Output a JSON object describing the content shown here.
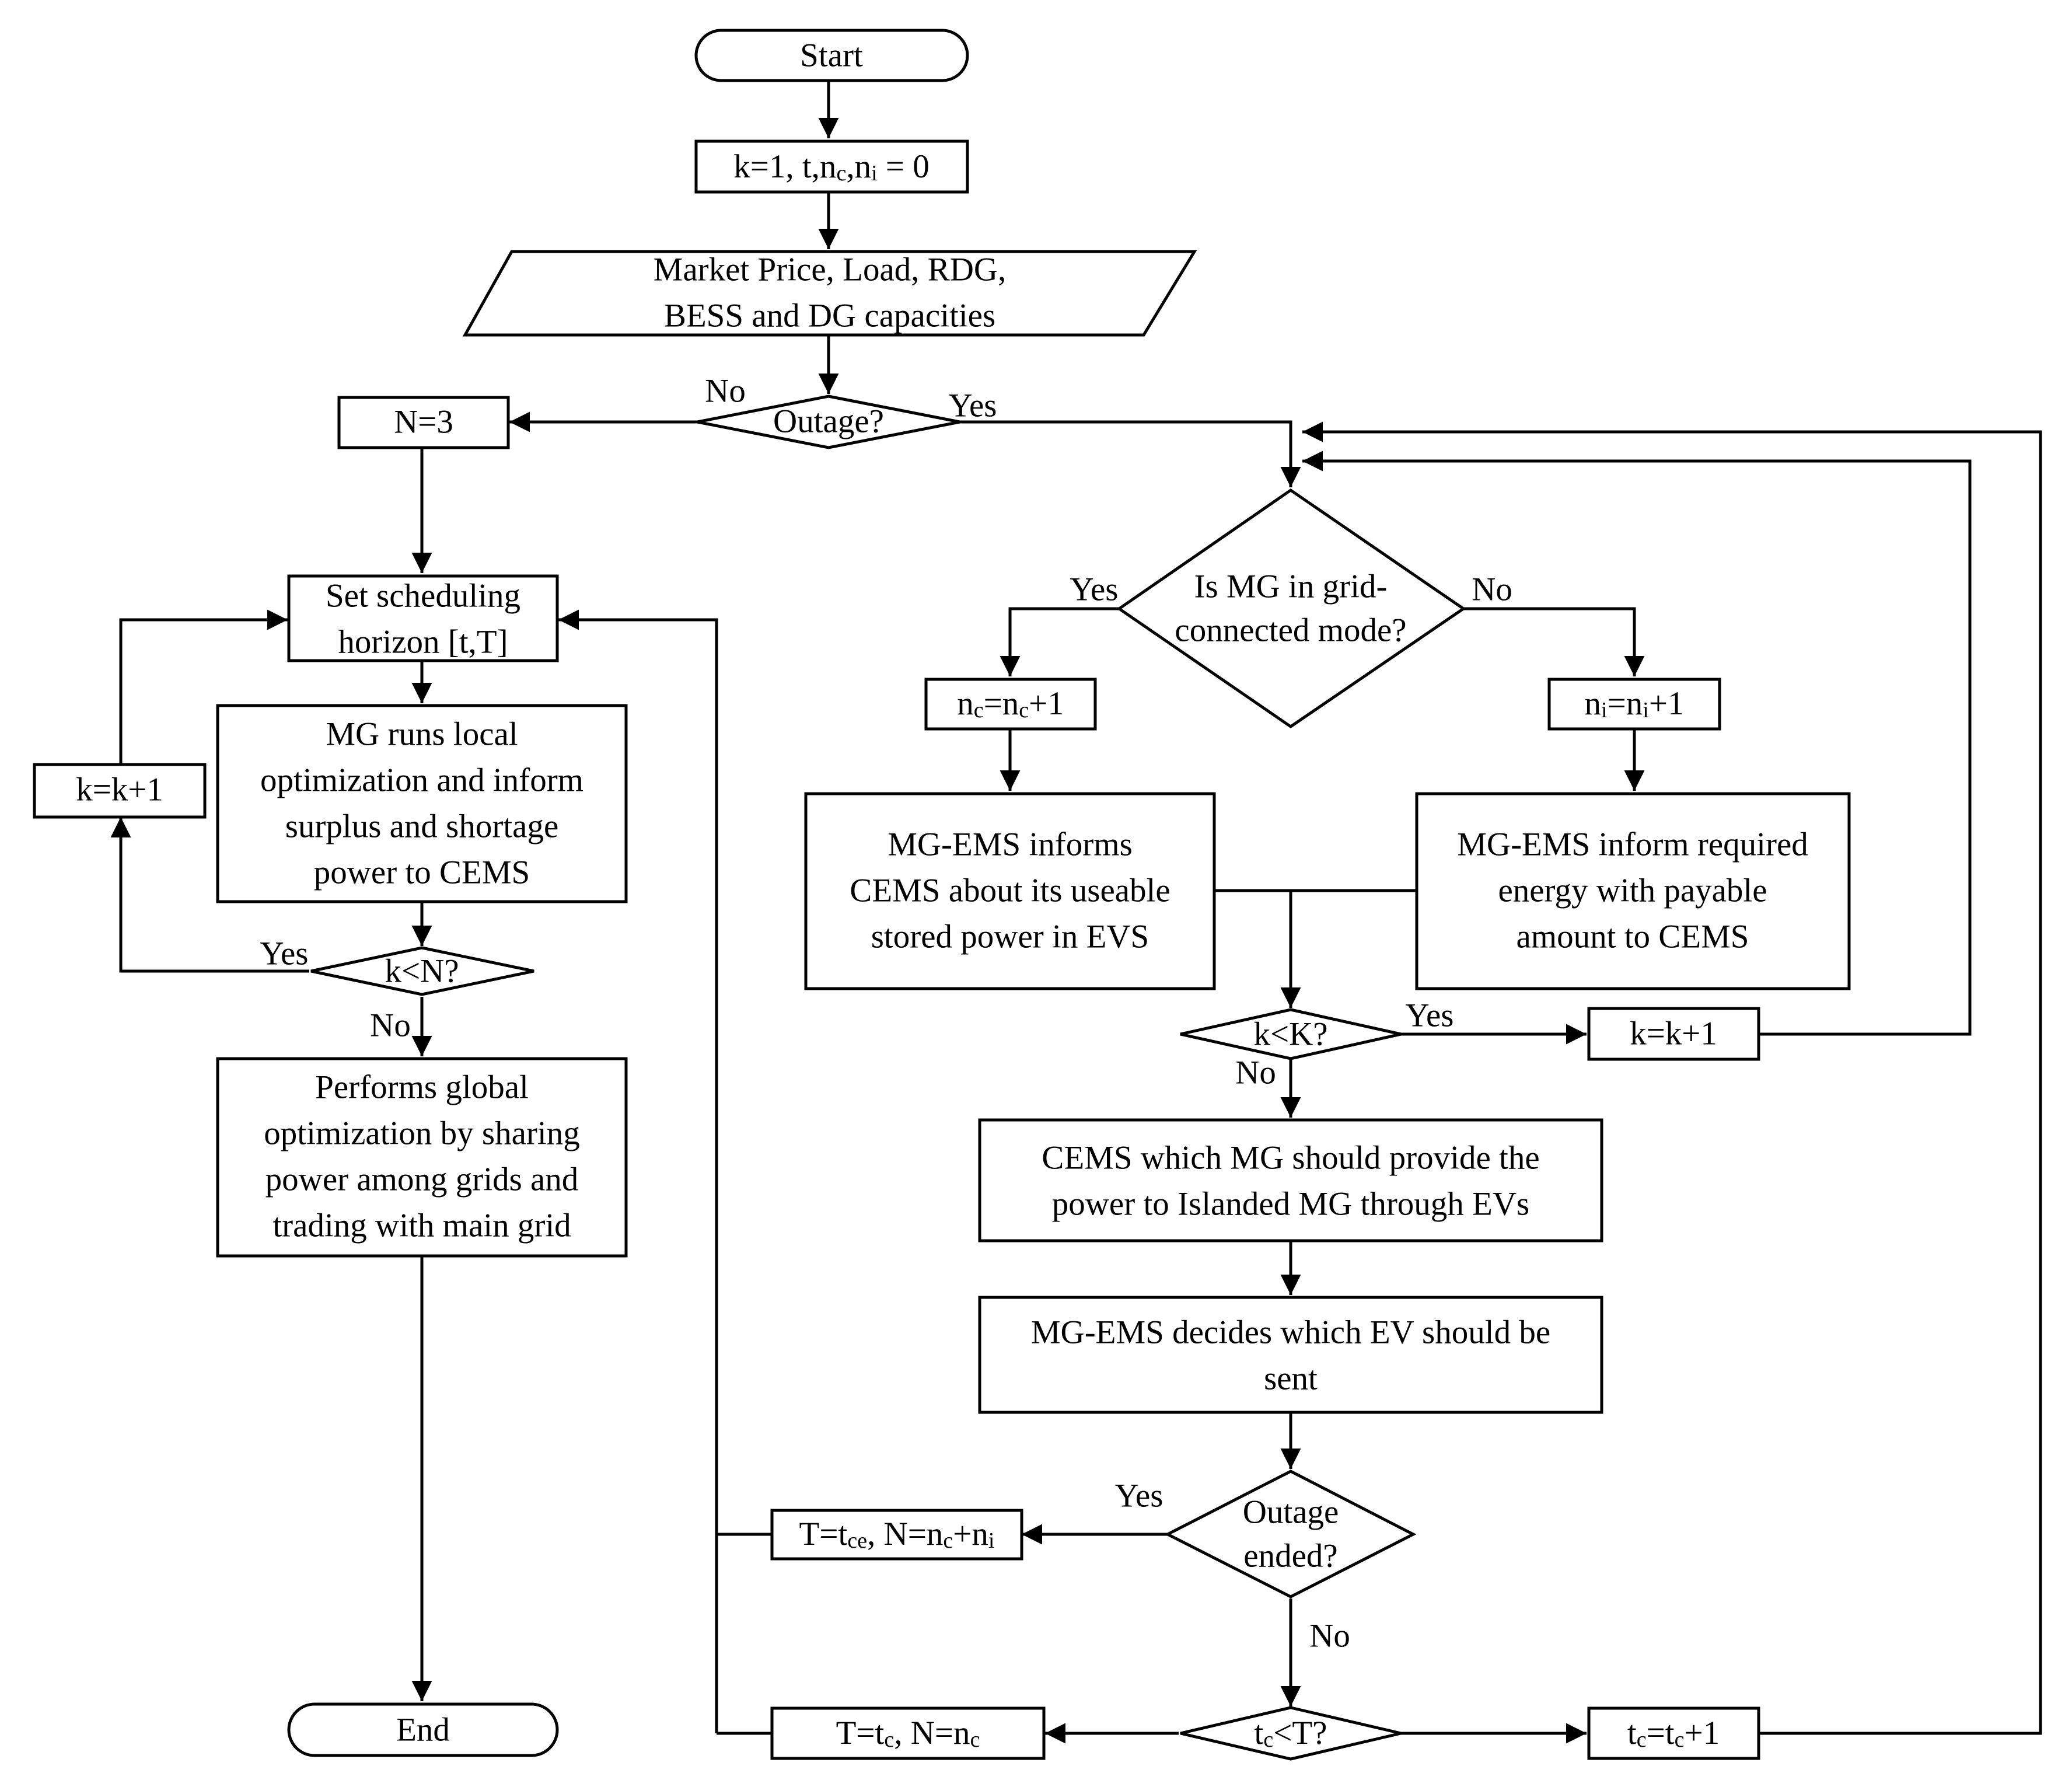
{
  "flowchart": {
    "start": "Start",
    "init": {
      "pre": "k=1, t,n",
      "sub1": "c",
      "mid": ",n",
      "sub2": "i",
      "post": " = 0"
    },
    "inputs": [
      "Market Price, Load, RDG,",
      "BESS and DG capacities"
    ],
    "outage_decision": "Outage?",
    "outage_no": "No",
    "outage_yes": "Yes",
    "n_equals_3": "N=3",
    "set_horizon": [
      "Set scheduling",
      "horizon [t,T]"
    ],
    "local_opt": [
      "MG runs local",
      "optimization and inform",
      "surplus and shortage",
      "power to CEMS"
    ],
    "k_inc_left": "k=k+1",
    "k_lt_N": "k<N?",
    "k_lt_N_yes": "Yes",
    "k_lt_N_no": "No",
    "global_opt": [
      "Performs global",
      "optimization by sharing",
      "power among grids and",
      "trading with main grid"
    ],
    "end": "End",
    "grid_decision": [
      "Is MG in grid-",
      "connected mode?"
    ],
    "grid_yes": "Yes",
    "grid_no": "No",
    "nc_inc": {
      "a": "n",
      "a_sub": "c",
      "b": "=n",
      "b_sub": "c",
      "c": "+1"
    },
    "ni_inc": {
      "a": "n",
      "a_sub": "i",
      "b": "=n",
      "b_sub": "i",
      "c": "+1"
    },
    "connected_inform": [
      "MG-EMS informs",
      "CEMS about its useable",
      "stored power in EVS"
    ],
    "islanded_inform": [
      "MG-EMS inform required",
      "energy with payable",
      "amount to CEMS"
    ],
    "k_lt_K": "k<K?",
    "k_lt_K_yes": "Yes",
    "k_lt_K_no": "No",
    "k_inc_right": "k=k+1",
    "cems_decide": [
      "CEMS which MG should provide the",
      "power to Islanded MG through EVs"
    ],
    "ems_decide": [
      "MG-EMS decides which EV should be",
      "sent"
    ],
    "outage_ended": [
      "Outage",
      "ended?"
    ],
    "outage_ended_yes": "Yes",
    "outage_ended_no": "No",
    "t_update_1": {
      "a": "T=t",
      "a_sub": "ce",
      "b": ", N=n",
      "b_sub": "c",
      "c": "+n",
      "c_sub": "i"
    },
    "tc_lt_T": {
      "a": "t",
      "a_sub": "c",
      "b": "<T?"
    },
    "t_update_2": {
      "a": "T=t",
      "a_sub": "c",
      "b": ", N=n",
      "b_sub": "c"
    },
    "tc_inc": {
      "a": "t",
      "a_sub": "c",
      "b": "=t",
      "b_sub": "c",
      "c": "+1"
    }
  }
}
